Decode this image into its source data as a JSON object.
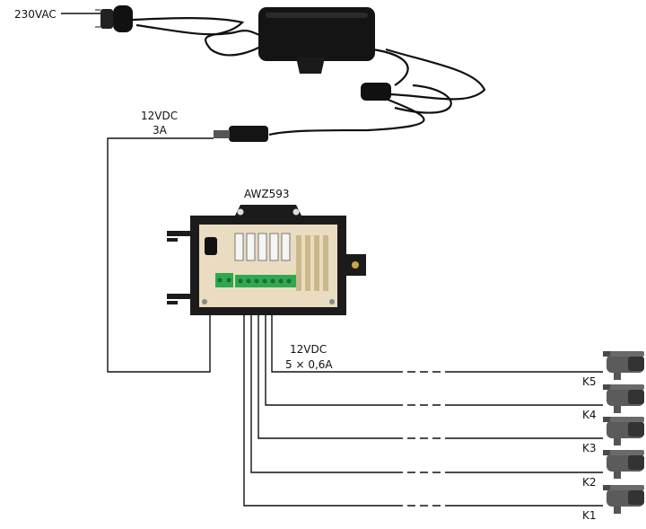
{
  "labels": {
    "mains_in": "230VAC",
    "adapter_out_voltage": "12VDC",
    "adapter_out_current": "3A",
    "module": "AWZ593",
    "outputs_voltage": "12VDC",
    "outputs_spec": "5 × 0,6A"
  },
  "channels": [
    "K5",
    "K4",
    "K3",
    "K2",
    "K1"
  ],
  "colors": {
    "wire": "#111111",
    "housing": "#1b1b1b",
    "pcb": "#e9dcc0",
    "terminal": "#2fa84f",
    "camera": "#5b5b5b"
  },
  "icons": [
    "plug-icon",
    "power-adapter-icon",
    "dc-jack-icon",
    "fuse-module-icon",
    "cctv-camera-icon"
  ]
}
